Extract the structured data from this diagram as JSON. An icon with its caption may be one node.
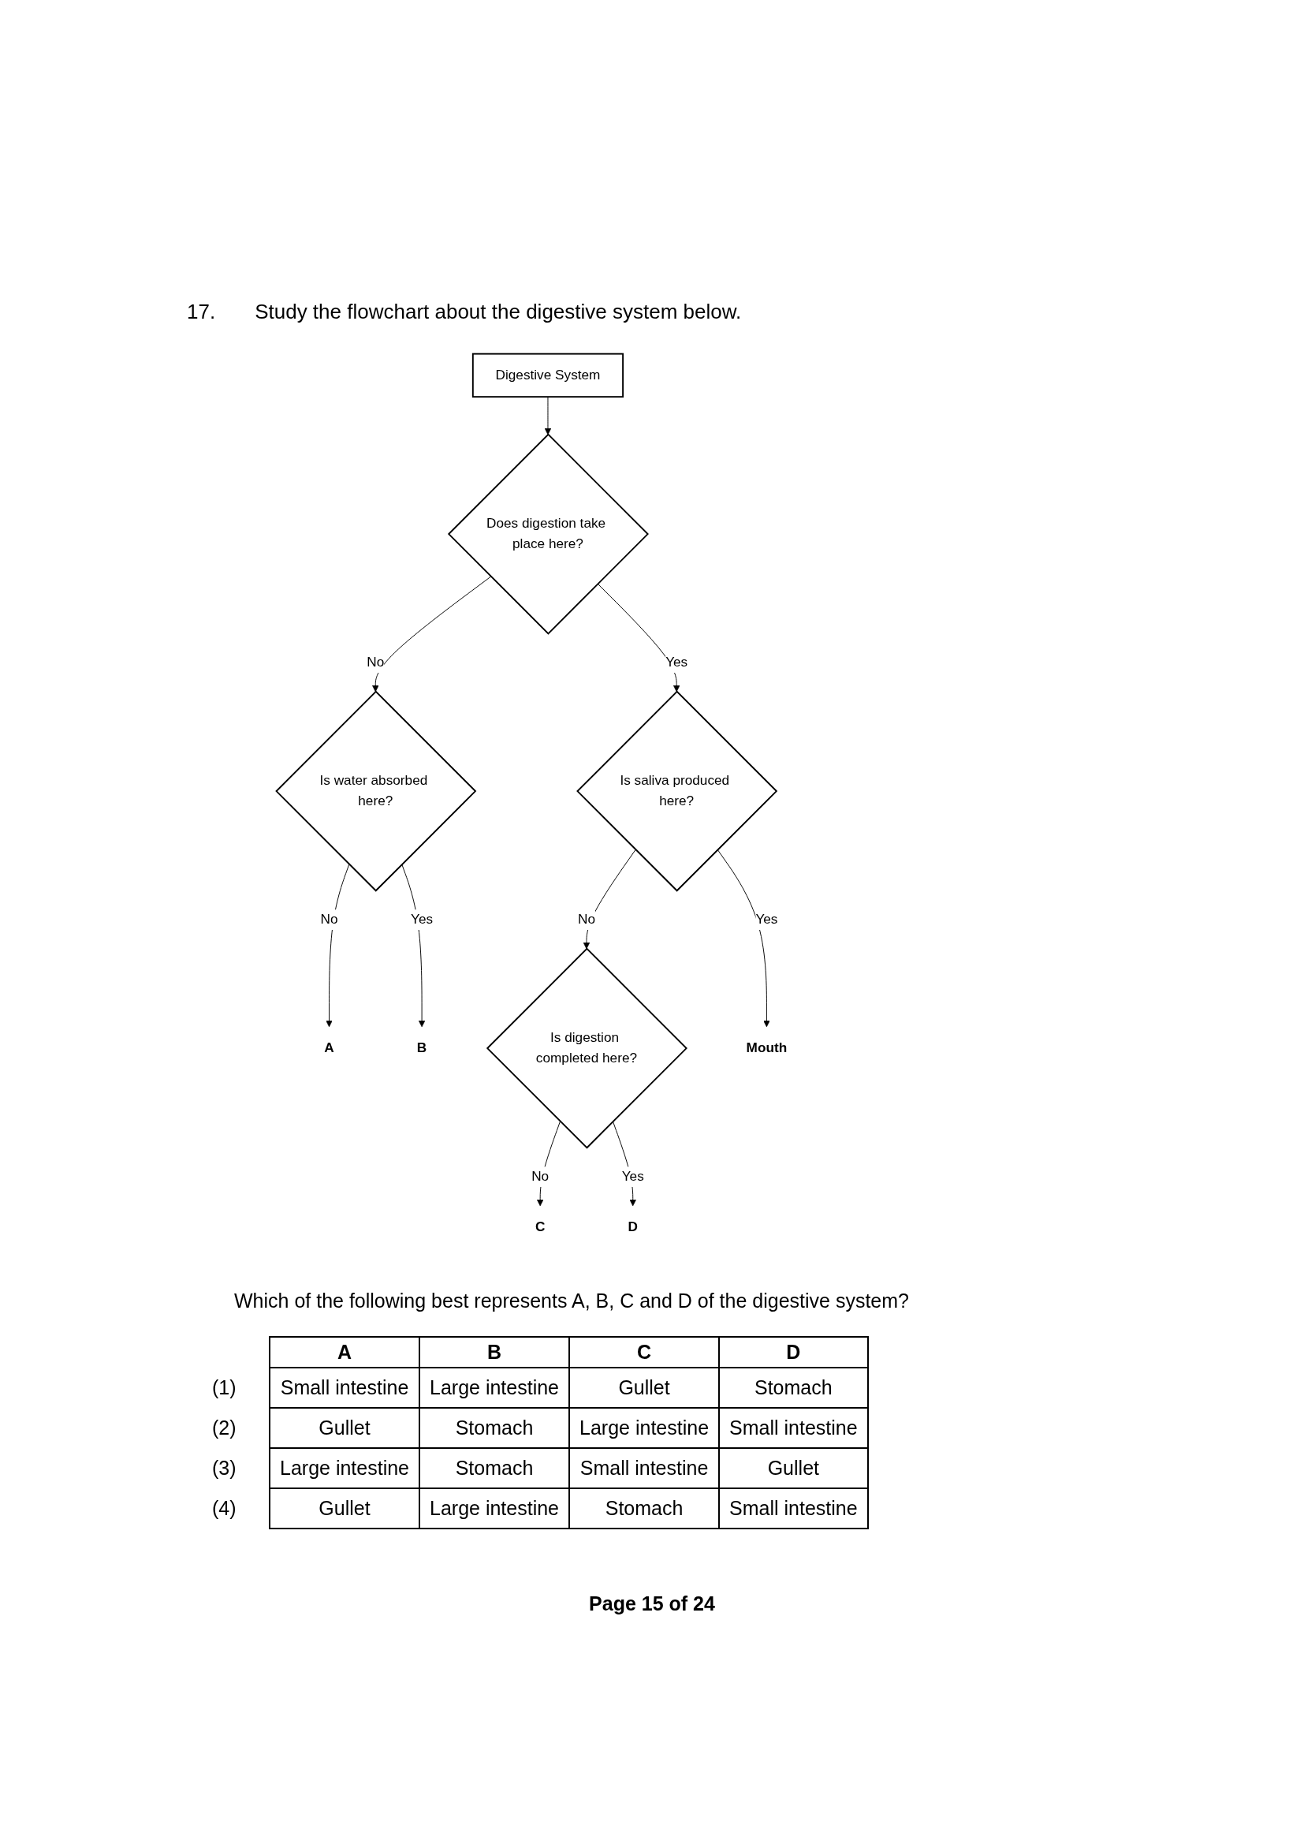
{
  "diagram": {
    "title": "Study the flowchart about the digestive system below.",
    "nodes": [
      {
        "text": [
          "Digestive System"
        ]
      },
      {
        "text": [
          "Does digestion take place here?"
        ]
      },
      {
        "text": [
          "Is water absorbed here?"
        ]
      },
      {
        "text": [
          "A"
        ]
      },
      {
        "text": [
          "B"
        ]
      },
      {
        "text": [
          "Is saliva produced here?"
        ]
      },
      {
        "text": [
          "Is digestion completed here?"
        ]
      },
      {
        "text": [
          "C"
        ]
      },
      {
        "text": [
          "Mouth"
        ]
      },
      {
        "text": [
          "D"
        ]
      }
    ],
    "edges": [
      {
        "from": 0,
        "to": 1,
        "arrow": "to"
      },
      {
        "from": 1,
        "to": 2,
        "arrow": "to",
        "label": "No"
      },
      {
        "from": 2,
        "to": 3,
        "arrow": "to",
        "label": "No"
      },
      {
        "from": 2,
        "to": 4,
        "arrow": "to",
        "label": "Yes"
      },
      {
        "from": 1,
        "to": 5,
        "arrow": "to",
        "label": "Yes"
      },
      {
        "from": 5,
        "to": 6,
        "arrow": "to",
        "label": "No"
      },
      {
        "from": 6,
        "to": 7,
        "arrow": "to",
        "label": "No"
      },
      {
        "from": 5,
        "to": 8,
        "arrow": "to",
        "label": "Yes"
      },
      {
        "from": 6,
        "to": 9,
        "arrow": "to",
        "label": "Yes"
      }
    ],
    "labels": [
      "17.",
      "Which of the following best represents A, B, C and D of the digestive system?",
      "A",
      "B",
      "C",
      "D",
      "(1)",
      "Small intestine",
      "Large intestine",
      "Gullet",
      "Stomach",
      "(2)",
      "Gullet",
      "Stomach",
      "Large intestine",
      "Small intestine",
      "(3)",
      "Large intestine",
      "Stomach",
      "Small intestine",
      "Gullet",
      "(4)",
      "Gullet",
      "Large intestine",
      "Stomach",
      "Small intestine",
      "Page 15 of 24"
    ]
  }
}
